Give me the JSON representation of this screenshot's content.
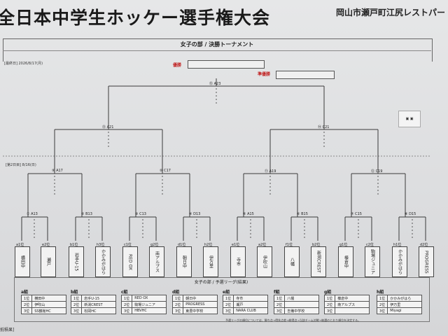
{
  "title": "全日本中学生ホッケー選手権大会",
  "venue": "岡山市瀬戸町江尻レストパー",
  "panel_title": "女子の部 / 決勝トーナメント",
  "final_date": "[最終日] 2026/8/17(月)",
  "champion_label": "優勝",
  "runner_up_label": "準優勝",
  "round2_date": "[第2日目] 8/16(日)",
  "final_code": "A23",
  "final_num": "⑮",
  "semis": [
    {
      "code": "A21",
      "num": "⑬"
    },
    {
      "code": "C21",
      "num": "⑭"
    }
  ],
  "quarters": [
    {
      "code": "A17",
      "num": "⑨"
    },
    {
      "code": "C17",
      "num": "⑩"
    },
    {
      "code": "A19",
      "num": "⑪"
    },
    {
      "code": "C19",
      "num": "⑫"
    }
  ],
  "round1": [
    {
      "code": "A13",
      "num": "①"
    },
    {
      "code": "B13",
      "num": "②"
    },
    {
      "code": "C13",
      "num": "③"
    },
    {
      "code": "D13",
      "num": "④"
    },
    {
      "code": "A15",
      "num": "⑤"
    },
    {
      "code": "B15",
      "num": "⑥"
    },
    {
      "code": "C15",
      "num": "⑦"
    },
    {
      "code": "D15",
      "num": "⑧"
    }
  ],
  "teams": [
    {
      "seed": "a1位",
      "name": "横田中"
    },
    {
      "seed": "e2位",
      "name": "瀬戸"
    },
    {
      "seed": "b1位",
      "name": "岩手U-15"
    },
    {
      "seed": "h3位",
      "name": "かかみがはら"
    },
    {
      "seed": "c1位",
      "name": "RED OX"
    },
    {
      "seed": "g2位",
      "name": "南アルプス"
    },
    {
      "seed": "d1位",
      "name": "朝日中"
    },
    {
      "seed": "h2位",
      "name": "伊万里"
    },
    {
      "seed": "e1位",
      "name": "寺市"
    },
    {
      "seed": "a2位",
      "name": "伊吹山"
    },
    {
      "seed": "f1位",
      "name": "八幡"
    },
    {
      "seed": "b2位",
      "name": "新潟CREST"
    },
    {
      "seed": "g1位",
      "name": "榛倉中"
    },
    {
      "seed": "c2位",
      "name": "駒場ジュニア"
    },
    {
      "seed": "h1位",
      "name": "かかみがはら"
    },
    {
      "seed": "d2位",
      "name": "PROGRESS"
    }
  ],
  "league_title": "女子の部 / 予選リーグ(結果)",
  "league": [
    {
      "name": "a組",
      "rows": [
        [
          "1位",
          "横田中"
        ],
        [
          "2位",
          "伊吹山"
        ],
        [
          "3位",
          "SS鶴館HC"
        ]
      ]
    },
    {
      "name": "b組",
      "rows": [
        [
          "1位",
          "岩手U-15"
        ],
        [
          "2位",
          "新潟CREST"
        ],
        [
          "3位",
          "松岡HC"
        ]
      ]
    },
    {
      "name": "c組",
      "rows": [
        [
          "1位",
          "RED OX"
        ],
        [
          "2位",
          "駒場ジュニア"
        ],
        [
          "3位",
          "HBVHC"
        ]
      ]
    },
    {
      "name": "d組",
      "rows": [
        [
          "1位",
          "朝日中"
        ],
        [
          "2位",
          "PROGRESS"
        ],
        [
          "3位",
          "東豊中学校"
        ]
      ]
    },
    {
      "name": "e組",
      "rows": [
        [
          "1位",
          "寺市"
        ],
        [
          "2位",
          "瀬戸"
        ],
        [
          "3位",
          "NARA CLUB"
        ]
      ]
    },
    {
      "name": "f組",
      "rows": [
        [
          "1位",
          "八幡"
        ],
        [
          "2位",
          ""
        ],
        [
          "3位",
          "吉備中学校"
        ]
      ]
    },
    {
      "name": "g組",
      "rows": [
        [
          "1位",
          "榛倉中"
        ],
        [
          "2位",
          "南アルプス"
        ],
        [
          "3位",
          ""
        ]
      ]
    },
    {
      "name": "h組",
      "rows": [
        [
          "1位",
          "かかみがはら"
        ],
        [
          "2位",
          "伊万里"
        ],
        [
          "3位",
          "Miyagi"
        ]
      ]
    }
  ],
  "note": "予選リーグの順位については、勝ち点→得失点差→総得点→当該チーム対戦→抽選のとおり順位を決定する。",
  "bottom_left": "抵積果]"
}
